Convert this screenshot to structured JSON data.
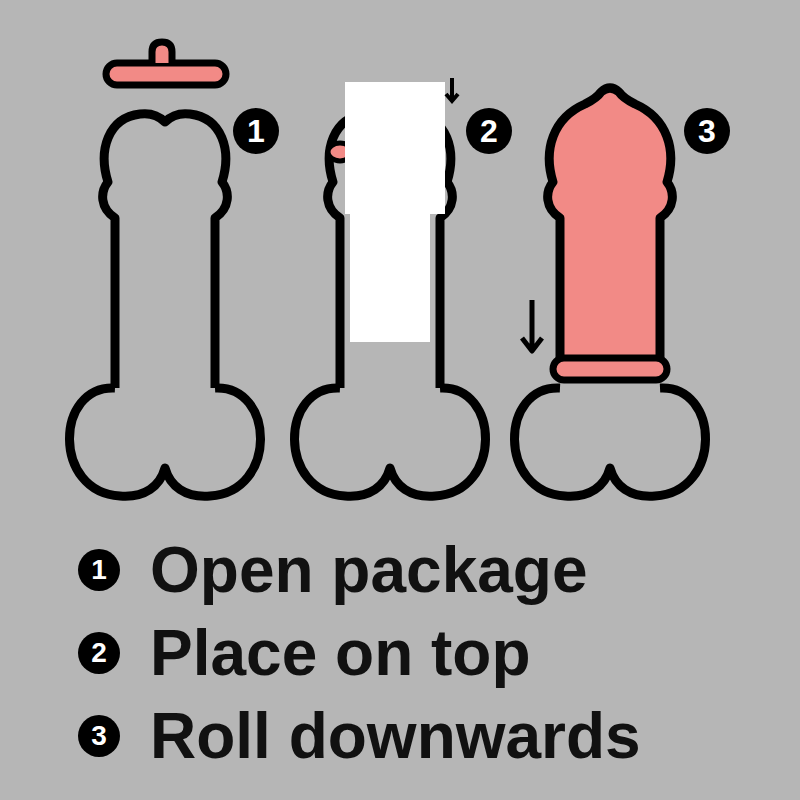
{
  "diagram": {
    "labels": [
      "1",
      "2",
      "3",
      "1",
      "Open package",
      "2",
      "Place on top",
      "3",
      "Roll downwards"
    ]
  }
}
